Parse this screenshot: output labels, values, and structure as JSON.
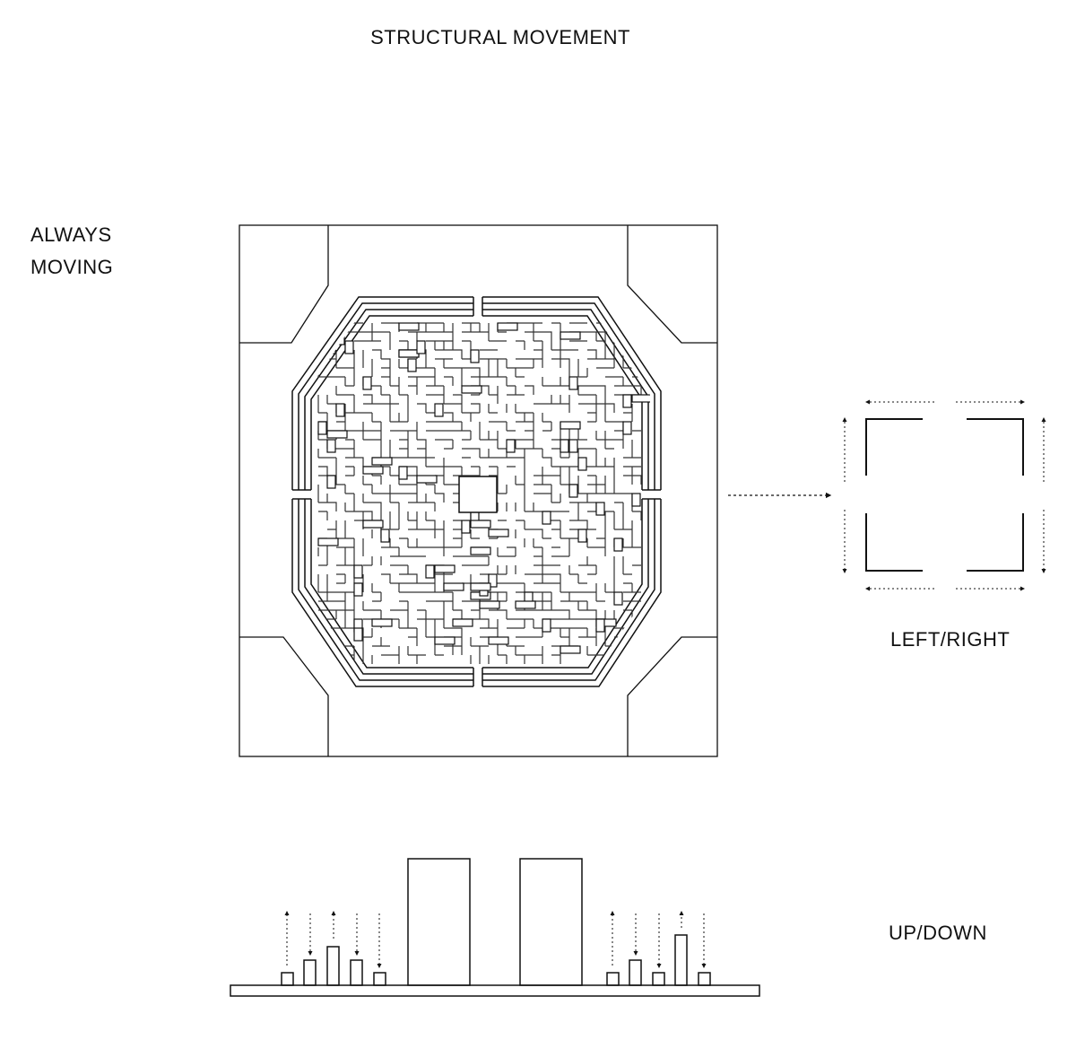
{
  "labels": {
    "title": "STRUCTURAL MOVEMENT",
    "always": "ALWAYS",
    "moving": "MOVING",
    "left_right": "LEFT/RIGHT",
    "up_down": "UP/DOWN"
  },
  "colors": {
    "ink": "#111111",
    "maze_ink": "#333333",
    "background": "#ffffff"
  }
}
